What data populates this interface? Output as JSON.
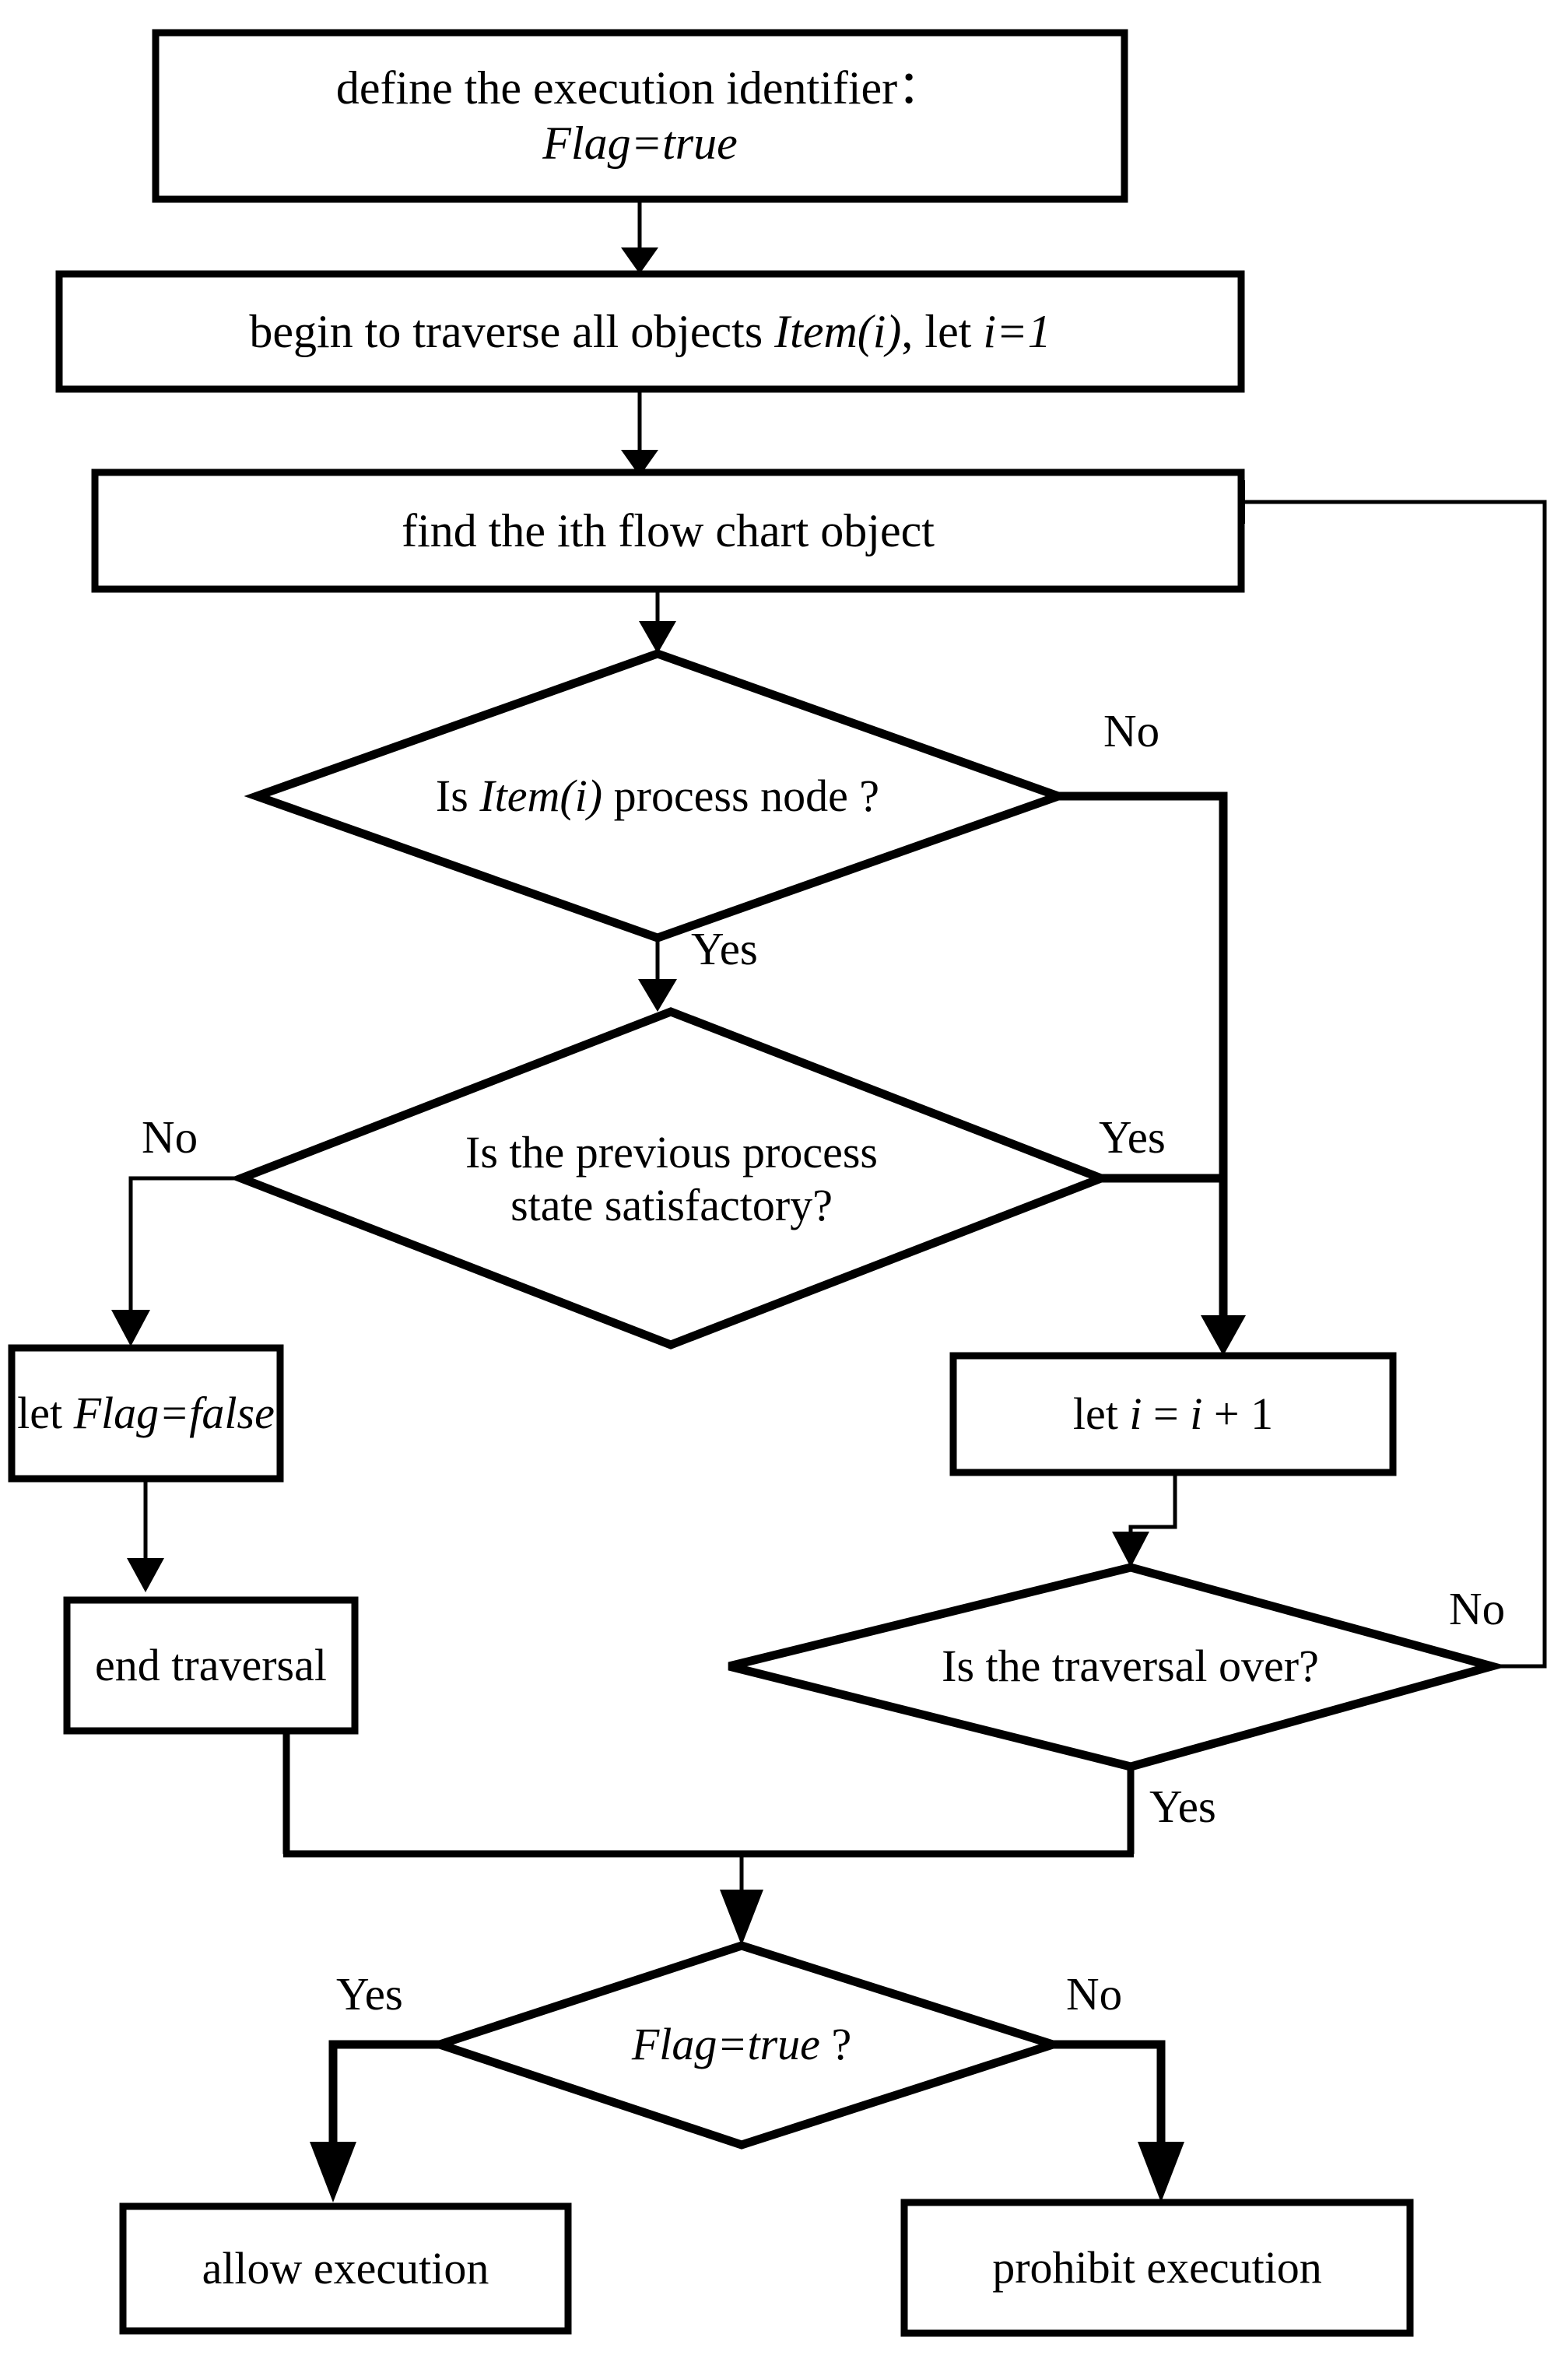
{
  "diagram": {
    "title": "Execution permission traversal flow chart",
    "type": "flowchart",
    "colors": {
      "stroke": "#000000",
      "fill": "#ffffff",
      "text": "#000000"
    },
    "nodes": [
      {
        "id": "define-flag",
        "shape": "process",
        "lines": [
          "define the execution identifier：",
          "Flag=true"
        ],
        "line1": "define the execution identifier：",
        "line2": "Flag=true"
      },
      {
        "id": "begin-traverse",
        "shape": "process",
        "text_a": "begin to traverse all objects ",
        "text_b": "Item(i)",
        "text_c": ", let ",
        "text_d": "i=1"
      },
      {
        "id": "find-ith",
        "shape": "process",
        "text": "find the ith flow chart object"
      },
      {
        "id": "is-process-node",
        "shape": "decision",
        "text_a": "Is ",
        "text_b": "Item(i)",
        "text_c": " process node ?"
      },
      {
        "id": "prev-state-ok",
        "shape": "decision",
        "line1": "Is the previous process",
        "line2": "state satisfactory?"
      },
      {
        "id": "let-flag-false",
        "shape": "process",
        "text_a": "let ",
        "text_b": "Flag=false"
      },
      {
        "id": "let-i-inc",
        "shape": "process",
        "text_a": "let ",
        "text_b": "i",
        "text_c": " = ",
        "text_d": "i",
        "text_e": " + 1"
      },
      {
        "id": "end-traversal",
        "shape": "process",
        "text": "end traversal"
      },
      {
        "id": "traversal-over",
        "shape": "decision",
        "text": "Is the traversal over?"
      },
      {
        "id": "flag-true",
        "shape": "decision",
        "text_a": "Flag=true",
        "text_b": " ?"
      },
      {
        "id": "allow-execution",
        "shape": "process",
        "text": "allow execution"
      },
      {
        "id": "prohibit-execution",
        "shape": "process",
        "text": "prohibit execution"
      }
    ],
    "branch_labels": {
      "is_process_node_no": "No",
      "is_process_node_yes": "Yes",
      "prev_state_no": "No",
      "prev_state_yes": "Yes",
      "traversal_over_no": "No",
      "traversal_over_yes": "Yes",
      "flag_true_yes": "Yes",
      "flag_true_no": "No"
    },
    "edges": [
      {
        "from": "define-flag",
        "to": "begin-traverse",
        "label": ""
      },
      {
        "from": "begin-traverse",
        "to": "find-ith",
        "label": ""
      },
      {
        "from": "find-ith",
        "to": "is-process-node",
        "label": ""
      },
      {
        "from": "is-process-node",
        "to": "prev-state-ok",
        "label": "Yes"
      },
      {
        "from": "is-process-node",
        "to": "let-i-inc",
        "label": "No"
      },
      {
        "from": "prev-state-ok",
        "to": "let-flag-false",
        "label": "No"
      },
      {
        "from": "prev-state-ok",
        "to": "let-i-inc",
        "label": "Yes"
      },
      {
        "from": "let-flag-false",
        "to": "end-traversal",
        "label": ""
      },
      {
        "from": "let-i-inc",
        "to": "traversal-over",
        "label": ""
      },
      {
        "from": "traversal-over",
        "to": "find-ith",
        "label": "No"
      },
      {
        "from": "traversal-over",
        "to": "flag-true",
        "label": "Yes"
      },
      {
        "from": "end-traversal",
        "to": "flag-true",
        "label": ""
      },
      {
        "from": "flag-true",
        "to": "allow-execution",
        "label": "Yes"
      },
      {
        "from": "flag-true",
        "to": "prohibit-execution",
        "label": "No"
      }
    ]
  }
}
